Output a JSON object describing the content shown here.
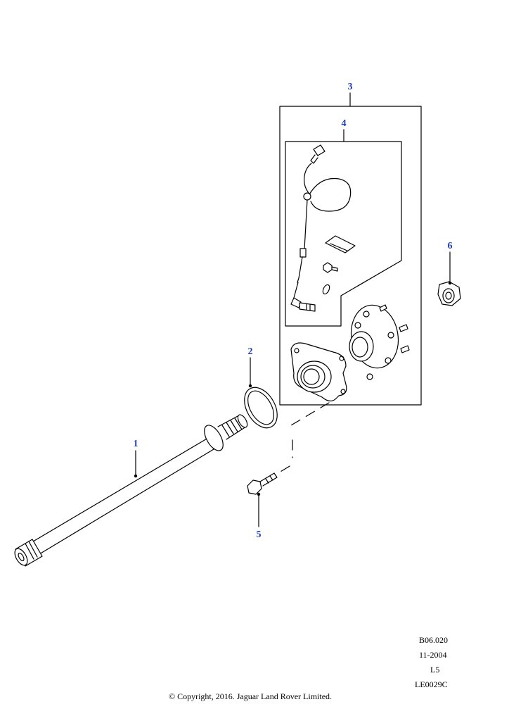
{
  "callouts": {
    "c1": "1",
    "c2": "2",
    "c3": "3",
    "c4": "4",
    "c5": "5",
    "c6": "6"
  },
  "info": {
    "ref_code": "B06.020",
    "date": "11-2004",
    "level": "L5",
    "illustration_id": "LE0029C"
  },
  "copyright": "© Copyright, 2016. Jaguar Land Rover Limited.",
  "colors": {
    "callout_text": "#1f3fbf",
    "line": "#000000"
  }
}
